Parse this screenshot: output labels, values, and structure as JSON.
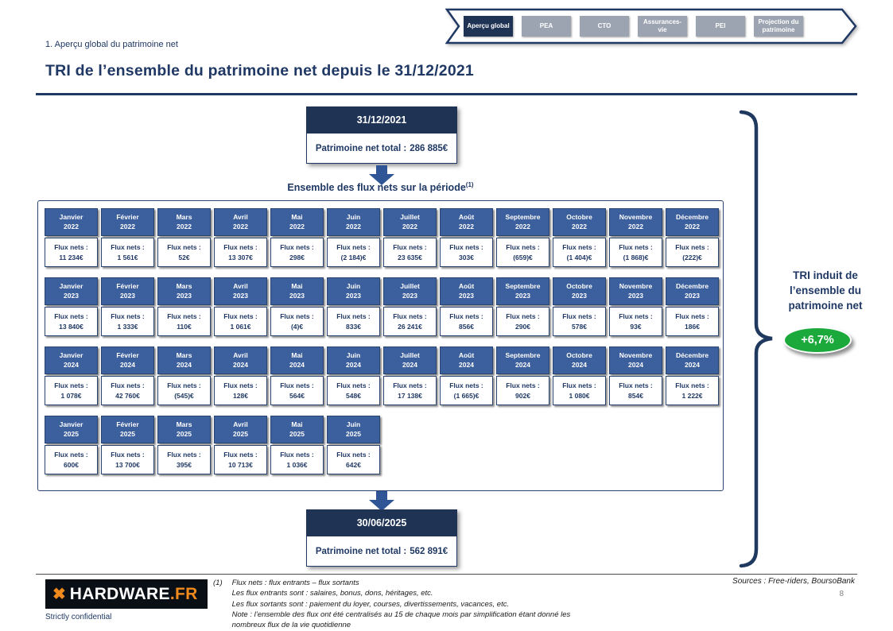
{
  "header": {
    "section_label": "1. Aperçu global du patrimoine net",
    "title": "TRI de l’ensemble du patrimoine net depuis le 31/12/2021",
    "tabs": [
      {
        "label": "Aperçu global",
        "active": true
      },
      {
        "label": "PEA",
        "active": false
      },
      {
        "label": "CTO",
        "active": false
      },
      {
        "label": "Assurances-vie",
        "active": false
      },
      {
        "label": "PEI",
        "active": false
      },
      {
        "label": "Projection du patrimoine",
        "active": false
      }
    ]
  },
  "start_box": {
    "date": "31/12/2021",
    "label": "Patrimoine net total :",
    "value": "286 885€"
  },
  "end_box": {
    "date": "30/06/2025",
    "label": "Patrimoine net total :",
    "value": "562 891€"
  },
  "flows_heading": {
    "text": "Ensemble des flux nets sur la période",
    "sup": "(1)"
  },
  "flux_label": "Flux nets :",
  "years": [
    {
      "year": "2022",
      "months": [
        {
          "name": "Janvier",
          "value": "11 234€"
        },
        {
          "name": "Février",
          "value": "1 561€"
        },
        {
          "name": "Mars",
          "value": "52€"
        },
        {
          "name": "Avril",
          "value": "13 307€"
        },
        {
          "name": "Mai",
          "value": "298€"
        },
        {
          "name": "Juin",
          "value": "(2 184)€"
        },
        {
          "name": "Juillet",
          "value": "23 635€"
        },
        {
          "name": "Août",
          "value": "303€"
        },
        {
          "name": "Septembre",
          "value": "(659)€"
        },
        {
          "name": "Octobre",
          "value": "(1 404)€"
        },
        {
          "name": "Novembre",
          "value": "(1 868)€"
        },
        {
          "name": "Décembre",
          "value": "(222)€"
        }
      ]
    },
    {
      "year": "2023",
      "months": [
        {
          "name": "Janvier",
          "value": "13 840€"
        },
        {
          "name": "Février",
          "value": "1 333€"
        },
        {
          "name": "Mars",
          "value": "110€"
        },
        {
          "name": "Avril",
          "value": "1 061€"
        },
        {
          "name": "Mai",
          "value": "(4)€"
        },
        {
          "name": "Juin",
          "value": "833€"
        },
        {
          "name": "Juillet",
          "value": "26 241€"
        },
        {
          "name": "Août",
          "value": "856€"
        },
        {
          "name": "Septembre",
          "value": "290€"
        },
        {
          "name": "Octobre",
          "value": "578€"
        },
        {
          "name": "Novembre",
          "value": "93€"
        },
        {
          "name": "Décembre",
          "value": "186€"
        }
      ]
    },
    {
      "year": "2024",
      "months": [
        {
          "name": "Janvier",
          "value": "1 078€"
        },
        {
          "name": "Février",
          "value": "42 760€"
        },
        {
          "name": "Mars",
          "value": "(545)€"
        },
        {
          "name": "Avril",
          "value": "128€"
        },
        {
          "name": "Mai",
          "value": "564€"
        },
        {
          "name": "Juin",
          "value": "548€"
        },
        {
          "name": "Juillet",
          "value": "17 138€"
        },
        {
          "name": "Août",
          "value": "(1 665)€"
        },
        {
          "name": "Septembre",
          "value": "902€"
        },
        {
          "name": "Octobre",
          "value": "1 080€"
        },
        {
          "name": "Novembre",
          "value": "854€"
        },
        {
          "name": "Décembre",
          "value": "1 222€"
        }
      ]
    },
    {
      "year": "2025",
      "months": [
        {
          "name": "Janvier",
          "value": "600€"
        },
        {
          "name": "Février",
          "value": "13 700€"
        },
        {
          "name": "Mars",
          "value": "395€"
        },
        {
          "name": "Avril",
          "value": "10 713€"
        },
        {
          "name": "Mai",
          "value": "1 036€"
        },
        {
          "name": "Juin",
          "value": "642€"
        }
      ]
    }
  ],
  "result": {
    "label": "TRI induit de l’ensemble du patrimoine net",
    "value": "+6,7%"
  },
  "footnote": {
    "marker": "(1)",
    "lines": [
      "Flux nets : flux entrants – flux sortants",
      "Les flux entrants sont : salaires, bonus, dons, héritages, etc.",
      "Les flux sortants sont : paiement du loyer, courses, divertissements, vacances, etc.",
      "Note : l’ensemble des flux ont été centralisés au 15 de chaque mois par simplification étant donné les",
      "nombreux flux de la vie quotidienne"
    ]
  },
  "footer": {
    "logo_main": "HARDWARE",
    "logo_suffix": ".FR",
    "logo_icon": "✖",
    "confidential": "Strictly confidential",
    "sources": "Sources : Free-riders, BoursoBank",
    "page_number": "8"
  },
  "colors": {
    "navy": "#1F3864",
    "dark_box": "#1F3355",
    "month_blue": "#3C5F9D",
    "tab_gray": "#9CA4B1",
    "green": "#1CA93C",
    "orange": "#F18A1D",
    "arrow_blue": "#2F5597"
  }
}
